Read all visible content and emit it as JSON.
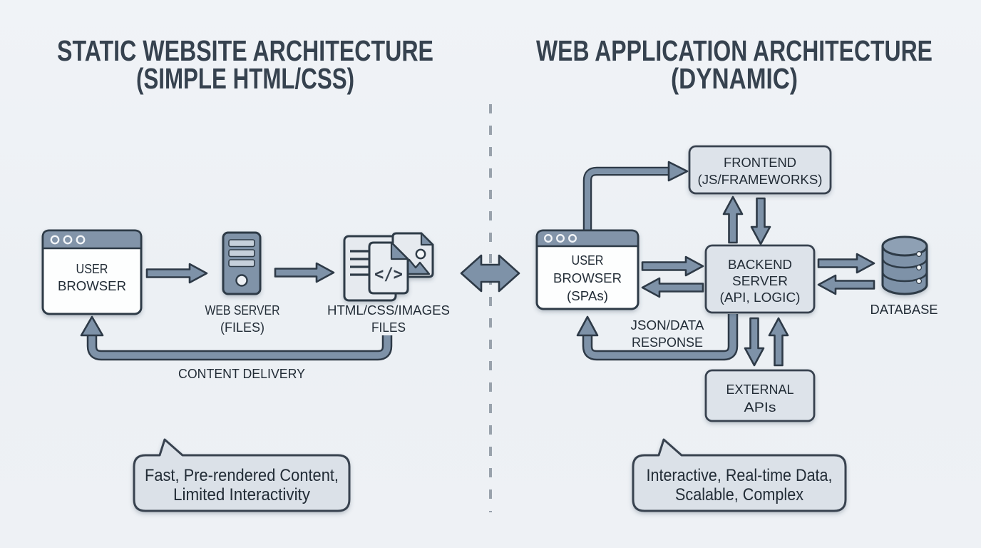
{
  "page": {
    "background": "#eef1f5"
  },
  "colors": {
    "accent_slate": "#7e92a8",
    "outline_dark": "#2e3a47",
    "box_fill": "#dde3ea",
    "browser_bar": "#8294a9",
    "title_color": "#36424f",
    "text_color": "#222c36",
    "divider_gray": "#99a2ac"
  },
  "left_panel": {
    "title_line1": "STATIC WEBSITE ARCHITECTURE",
    "title_line2": "(SIMPLE HTML/CSS)",
    "user_browser": {
      "line1": "USER",
      "line2": "BROWSER"
    },
    "web_server": {
      "line1": "WEB SERVER",
      "line2": "(FILES)"
    },
    "files": {
      "line1": "HTML/CSS/IMAGES",
      "line2": "FILES",
      "code_glyph": "</>"
    },
    "content_delivery_label": "CONTENT DELIVERY",
    "callout": {
      "line1": "Fast, Pre-rendered Content,",
      "line2": "Limited Interactivity"
    }
  },
  "right_panel": {
    "title_line1": "WEB APPLICATION ARCHITECTURE",
    "title_line2": "(DYNAMIC)",
    "user_browser": {
      "line1": "USER",
      "line2": "BROWSER",
      "line3": "(SPAs)"
    },
    "frontend": {
      "line1": "FRONTEND",
      "line2": "(JS/FRAMEWORKS)"
    },
    "backend": {
      "line1": "BACKEND",
      "line2": "SERVER",
      "line3": "(API, LOGIC)"
    },
    "external_apis": {
      "line1": "EXTERNAL",
      "line2": "APIs"
    },
    "database_label": "DATABASE",
    "json_response": {
      "line1": "JSON/DATA",
      "line2": "RESPONSE"
    },
    "callout": {
      "line1": "Interactive, Real-time Data,",
      "line2": "Scalable, Complex"
    }
  }
}
